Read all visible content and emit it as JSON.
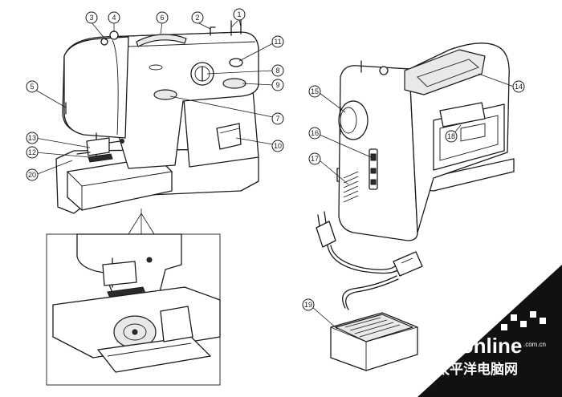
{
  "callouts": [
    "1",
    "2",
    "3",
    "4",
    "5",
    "6",
    "7",
    "8",
    "9",
    "10",
    "11",
    "12",
    "13",
    "14",
    "15",
    "16",
    "17",
    "18",
    "19",
    "20"
  ],
  "watermark": {
    "brand": "PConline",
    "domain": ".com.cn",
    "tagline": "太平洋电脑网"
  }
}
